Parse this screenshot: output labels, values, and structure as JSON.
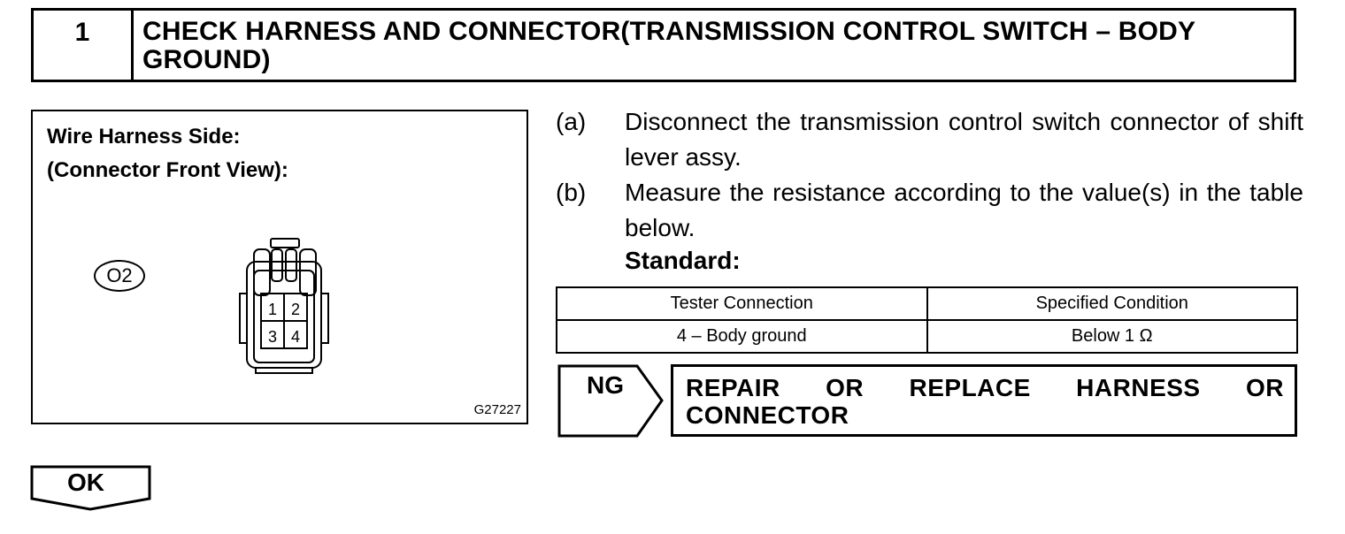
{
  "step": {
    "number": "1",
    "title": "CHECK HARNESS AND CONNECTOR(TRANSMISSION CONTROL SWITCH – BODY GROUND)"
  },
  "illustration": {
    "title_line1": "Wire Harness Side:",
    "title_line2": "(Connector Front View):",
    "connector_code": "O2",
    "pins": [
      "1",
      "2",
      "3",
      "4"
    ],
    "figure_code": "G27227"
  },
  "instructions": [
    {
      "marker": "(a)",
      "text": "Disconnect the transmission control switch connector of shift lever assy."
    },
    {
      "marker": "(b)",
      "text": "Measure the resistance according to the value(s) in the table below."
    }
  ],
  "standard_label": "Standard:",
  "spec_table": {
    "headers": [
      "Tester Connection",
      "Specified Condition"
    ],
    "rows": [
      [
        "4 – Body ground",
        "Below 1 Ω"
      ]
    ]
  },
  "ng": {
    "label": "NG",
    "action": "REPAIR OR REPLACE HARNESS OR CONNECTOR"
  },
  "ok": {
    "label": "OK"
  }
}
